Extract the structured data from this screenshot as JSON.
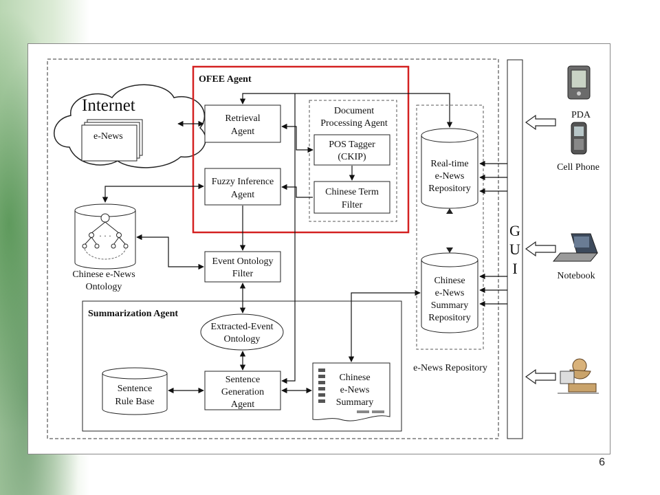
{
  "slide": {
    "page_number": "6"
  },
  "diagram": {
    "internet": {
      "label": "Internet",
      "doc_label": "e-News"
    },
    "ofee_agent": {
      "title": "OFEE Agent"
    },
    "retrieval_agent": {
      "line1": "Retrieval",
      "line2": "Agent"
    },
    "fuzzy_inference_agent": {
      "line1": "Fuzzy Inference",
      "line2": "Agent"
    },
    "document_processing_agent": {
      "line1": "Document",
      "line2": "Processing Agent"
    },
    "pos_tagger": {
      "line1": "POS Tagger",
      "line2": "(CKIP)"
    },
    "chinese_term_filter": {
      "line1": "Chinese Term",
      "line2": "Filter"
    },
    "chinese_enews_ontology": {
      "line1": "Chinese e-News",
      "line2": "Ontology",
      "dots": "· · ·"
    },
    "event_ontology_filter": {
      "line1": "Event Ontology",
      "line2": "Filter"
    },
    "summarization_agent": {
      "title": "Summarization Agent"
    },
    "extracted_event_ontology": {
      "line1": "Extracted-Event",
      "line2": "Ontology"
    },
    "sentence_rule_base": {
      "line1": "Sentence",
      "line2": "Rule Base"
    },
    "sentence_generation_agent": {
      "line1": "Sentence",
      "line2": "Generation",
      "line3": "Agent"
    },
    "chinese_enews_summary": {
      "line1": "Chinese",
      "line2": "e-News",
      "line3": "Summary"
    },
    "realtime_repository": {
      "line1": "Real-time",
      "line2": "e-News",
      "line3": "Repository"
    },
    "summary_repository": {
      "line1": "Chinese",
      "line2": "e-News",
      "line3": "Summary",
      "line4": "Repository"
    },
    "enews_repository": {
      "label": "e-News Repository"
    },
    "gui": {
      "letters": [
        "G",
        "U",
        "I"
      ]
    },
    "devices": [
      {
        "label": "PDA"
      },
      {
        "label": "Cell Phone"
      },
      {
        "label": "Notebook"
      },
      {
        "label": ""
      }
    ]
  }
}
